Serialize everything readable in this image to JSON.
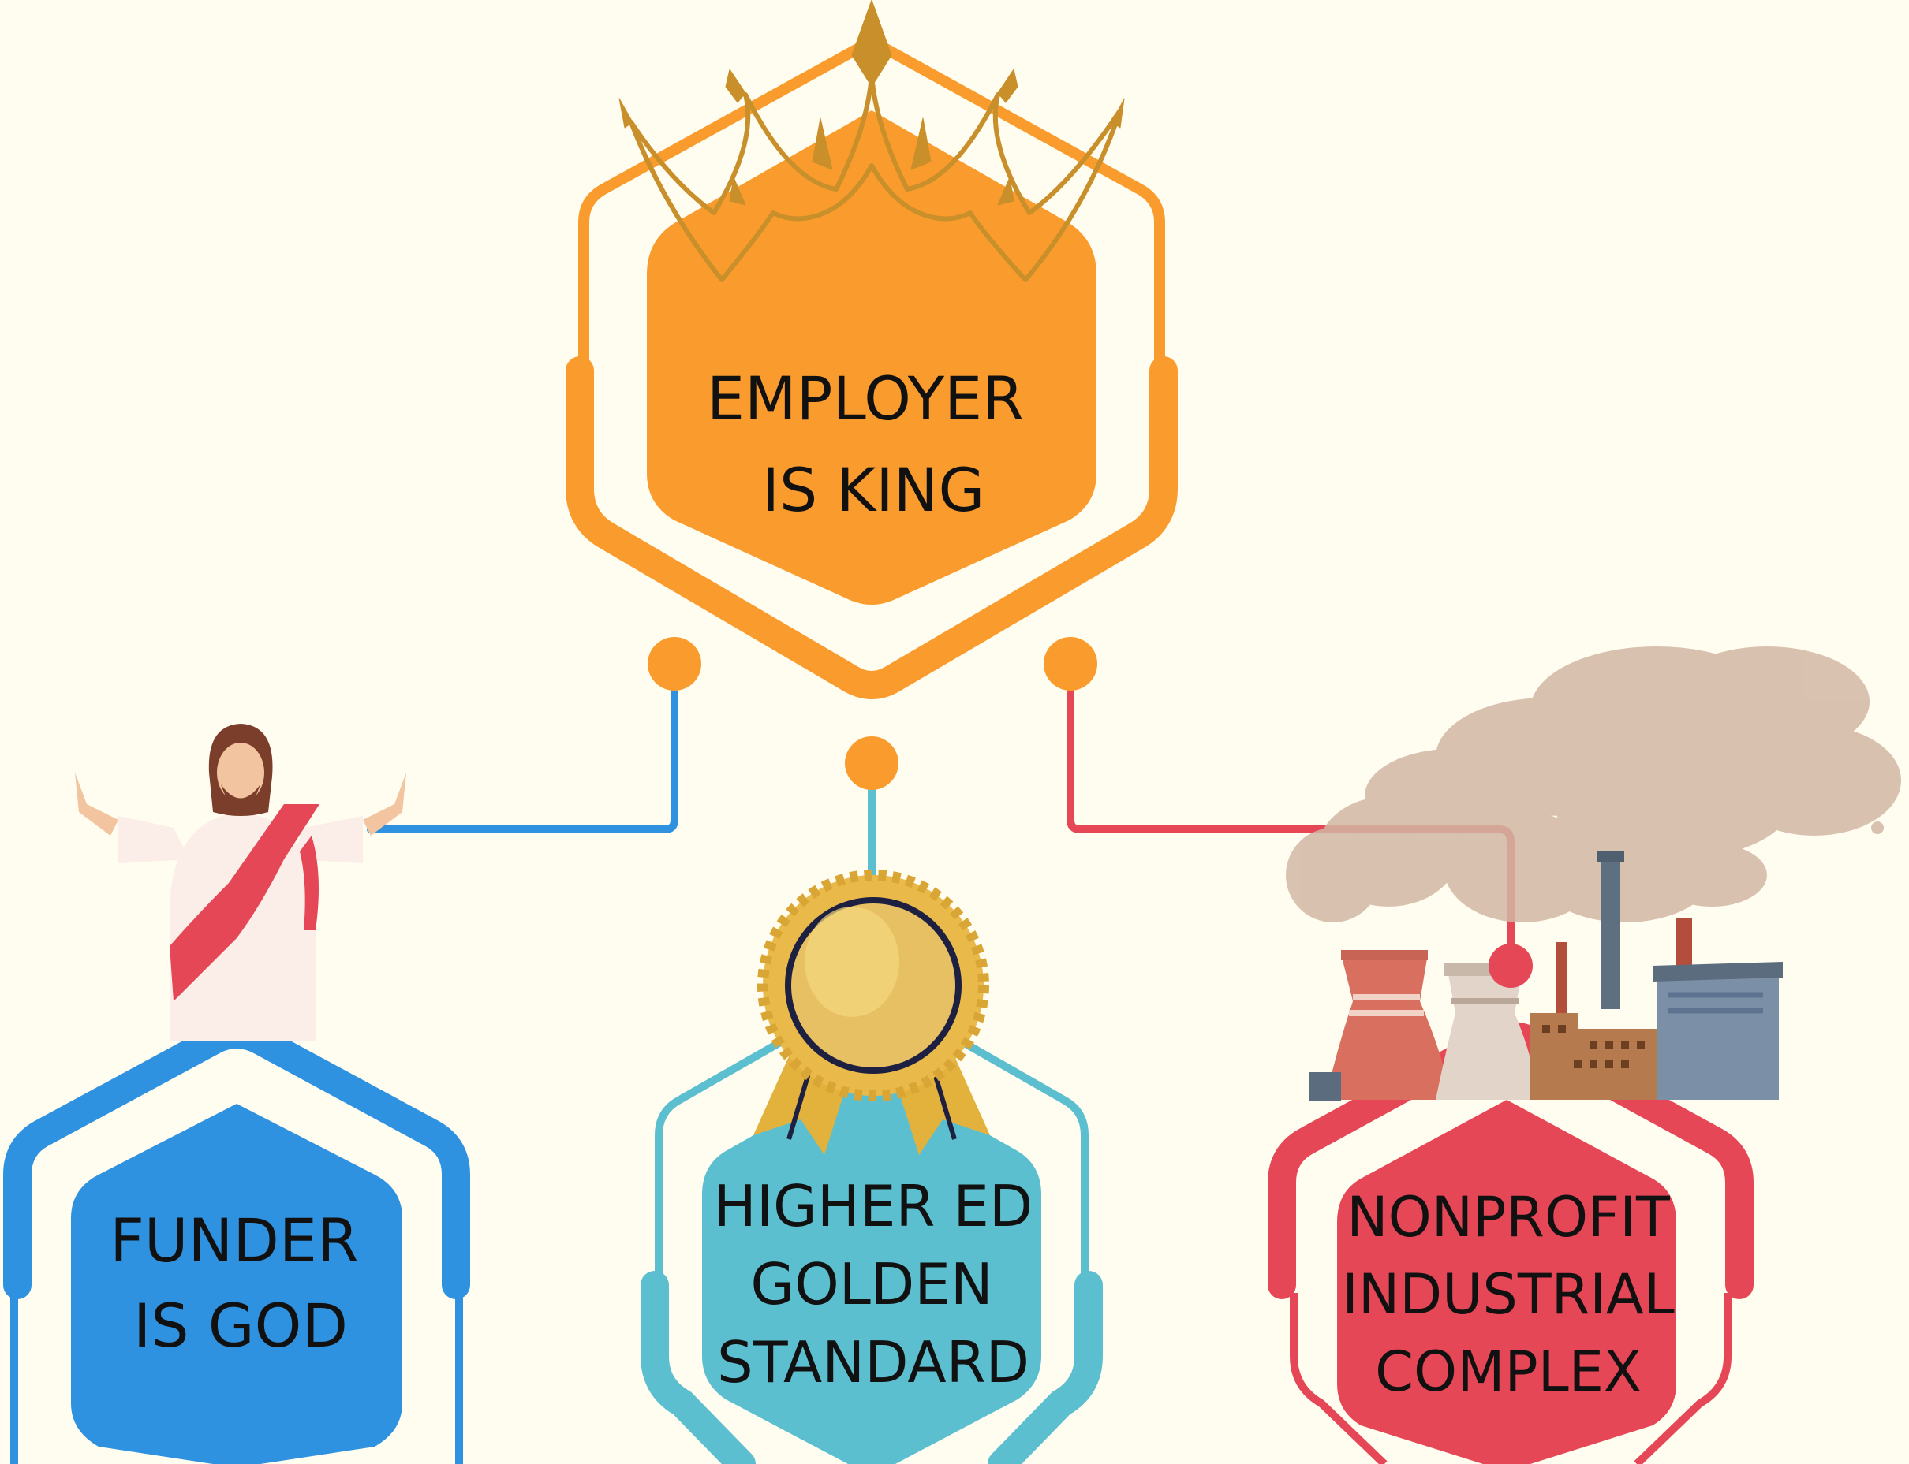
{
  "colors": {
    "background": "#fffcf0",
    "orange": "#fa9c2d",
    "blue": "#2f92e0",
    "teal": "#5bbfd0",
    "red": "#e54756",
    "gold": "#c98f2a",
    "text": "#111111"
  },
  "nodes": {
    "employer": {
      "line1": "EMPLOYER",
      "line2": "IS KING",
      "icon": "crown-icon"
    },
    "funder": {
      "line1": "FUNDER",
      "line2": "IS GOD",
      "icon": "praying-figure-icon"
    },
    "higher_ed": {
      "line1": "HIGHER ED",
      "line2": "GOLDEN",
      "line3": "STANDARD",
      "icon": "gold-medal-icon"
    },
    "nonprofit": {
      "line1": "NONPROFIT",
      "line2": "INDUSTRIAL",
      "line3": "COMPLEX",
      "icon": "factory-icon"
    }
  }
}
